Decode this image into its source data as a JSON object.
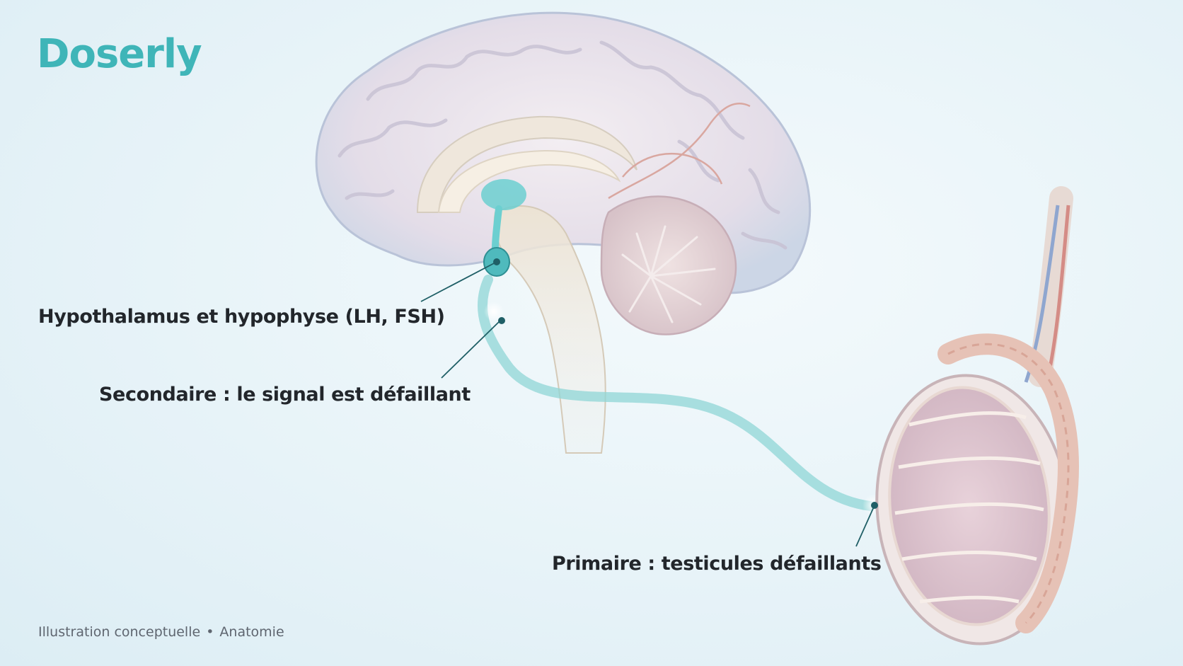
{
  "brand": {
    "name": "Doserly",
    "color": "#3fb5b8"
  },
  "labels": {
    "hypothalamus": "Hypothalamus et hypophyse (LH, FSH)",
    "secondary": "Secondaire : le signal est défaillant",
    "primary": "Primaire : testicules défaillants"
  },
  "footer": {
    "left": "Illustration conceptuelle",
    "separator": "•",
    "right": "Anatomie"
  },
  "colors": {
    "accent": "#3fb5b8",
    "pathway": "#7fcfd2",
    "leader": "#1f5f66"
  }
}
